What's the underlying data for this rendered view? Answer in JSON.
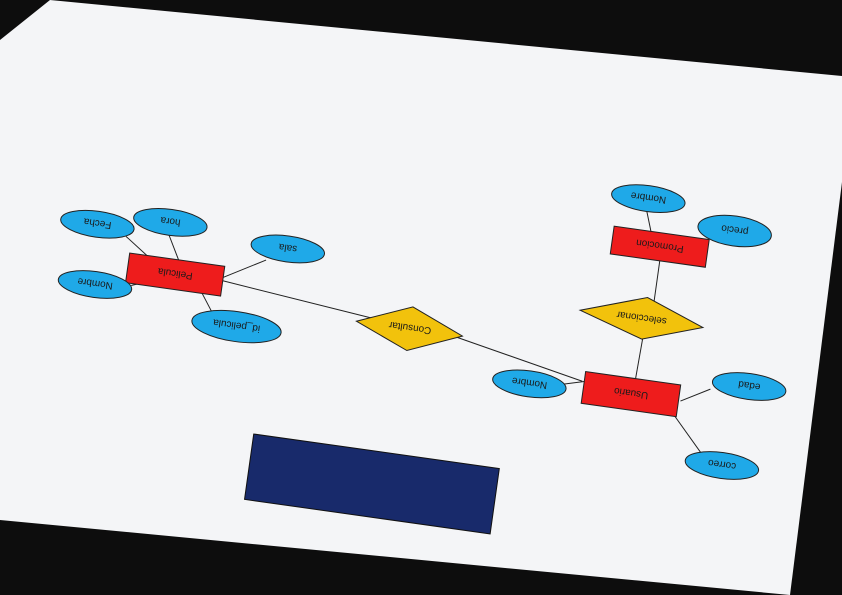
{
  "entities": [
    {
      "id": "pelicula",
      "label": "Pelicula"
    },
    {
      "id": "usuario",
      "label": "Usuario"
    },
    {
      "id": "promocion",
      "label": "Promocion"
    }
  ],
  "relationships": [
    {
      "id": "consultar",
      "label": "Consultar"
    },
    {
      "id": "seleccionar",
      "label": "seleccionar"
    }
  ],
  "attributes": [
    {
      "id": "fecha",
      "label": "Fecha"
    },
    {
      "id": "hora",
      "label": "hora"
    },
    {
      "id": "sala",
      "label": "sala"
    },
    {
      "id": "nombre_pelicula",
      "label": "Nombre"
    },
    {
      "id": "id_pelicula",
      "label": "id_pelicula"
    },
    {
      "id": "nombre_usuario",
      "label": "Nombre"
    },
    {
      "id": "edad",
      "label": "edad"
    },
    {
      "id": "correo",
      "label": "correo"
    },
    {
      "id": "nombre_promocion",
      "label": "Nombre"
    },
    {
      "id": "precio",
      "label": "precio"
    }
  ],
  "legend": {
    "line1": "",
    "line2": ""
  },
  "colors": {
    "entity": "#ee1c1c",
    "relationship": "#f2c20c",
    "attribute": "#1fa9e8",
    "legend_box": "#182a6b",
    "paper": "#f4f5f7",
    "background": "#0d0d0d"
  }
}
